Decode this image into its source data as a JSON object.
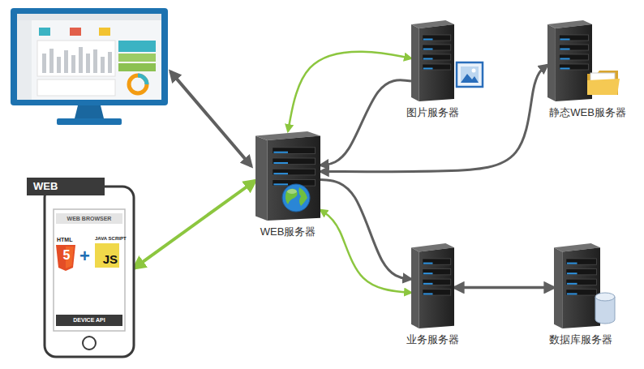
{
  "diagram": {
    "nodes": [
      {
        "text": [
          "图片服务器"
        ]
      },
      {
        "text": [
          "静态WEB服务器"
        ]
      },
      {
        "text": [
          "WEB服务器"
        ]
      },
      {
        "text": [
          "WEB",
          "WEB BROWSER",
          "HTML",
          "5",
          "+",
          "JAVA SCRIPT",
          "JS",
          "DEVICE API"
        ]
      },
      {
        "text": [
          "业务服务器"
        ]
      },
      {
        "text": [
          "数据库服务器"
        ]
      }
    ],
    "edges": [
      {
        "from": 2,
        "to": 0,
        "arrow": "both"
      },
      {
        "from": 0,
        "to": 2,
        "arrow": "to"
      },
      {
        "from": 2,
        "to": 1,
        "arrow": "both"
      },
      {
        "from": 2,
        "to": 4,
        "arrow": "to"
      },
      {
        "from": 2,
        "to": 4,
        "arrow": "both"
      },
      {
        "from": 3,
        "to": 2,
        "arrow": "both"
      },
      {
        "from": 4,
        "to": 5,
        "arrow": "both"
      }
    ]
  }
}
